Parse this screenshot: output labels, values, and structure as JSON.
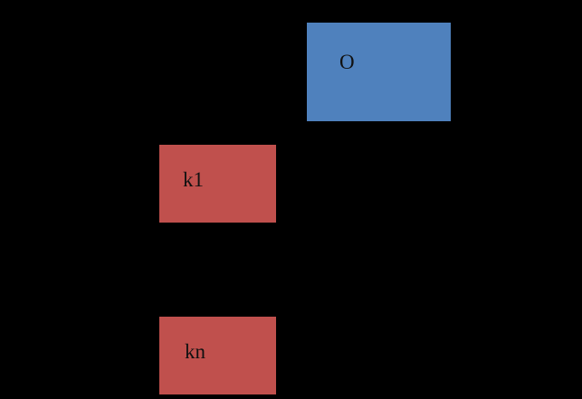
{
  "nodes": {
    "o": {
      "label": "O",
      "color": "#4f81bd"
    },
    "k1": {
      "label": "k1",
      "color": "#c0504d"
    },
    "kn": {
      "label": "kn",
      "color": "#c0504d"
    }
  },
  "colors": {
    "background": "#000000",
    "label_text": "#111111"
  }
}
